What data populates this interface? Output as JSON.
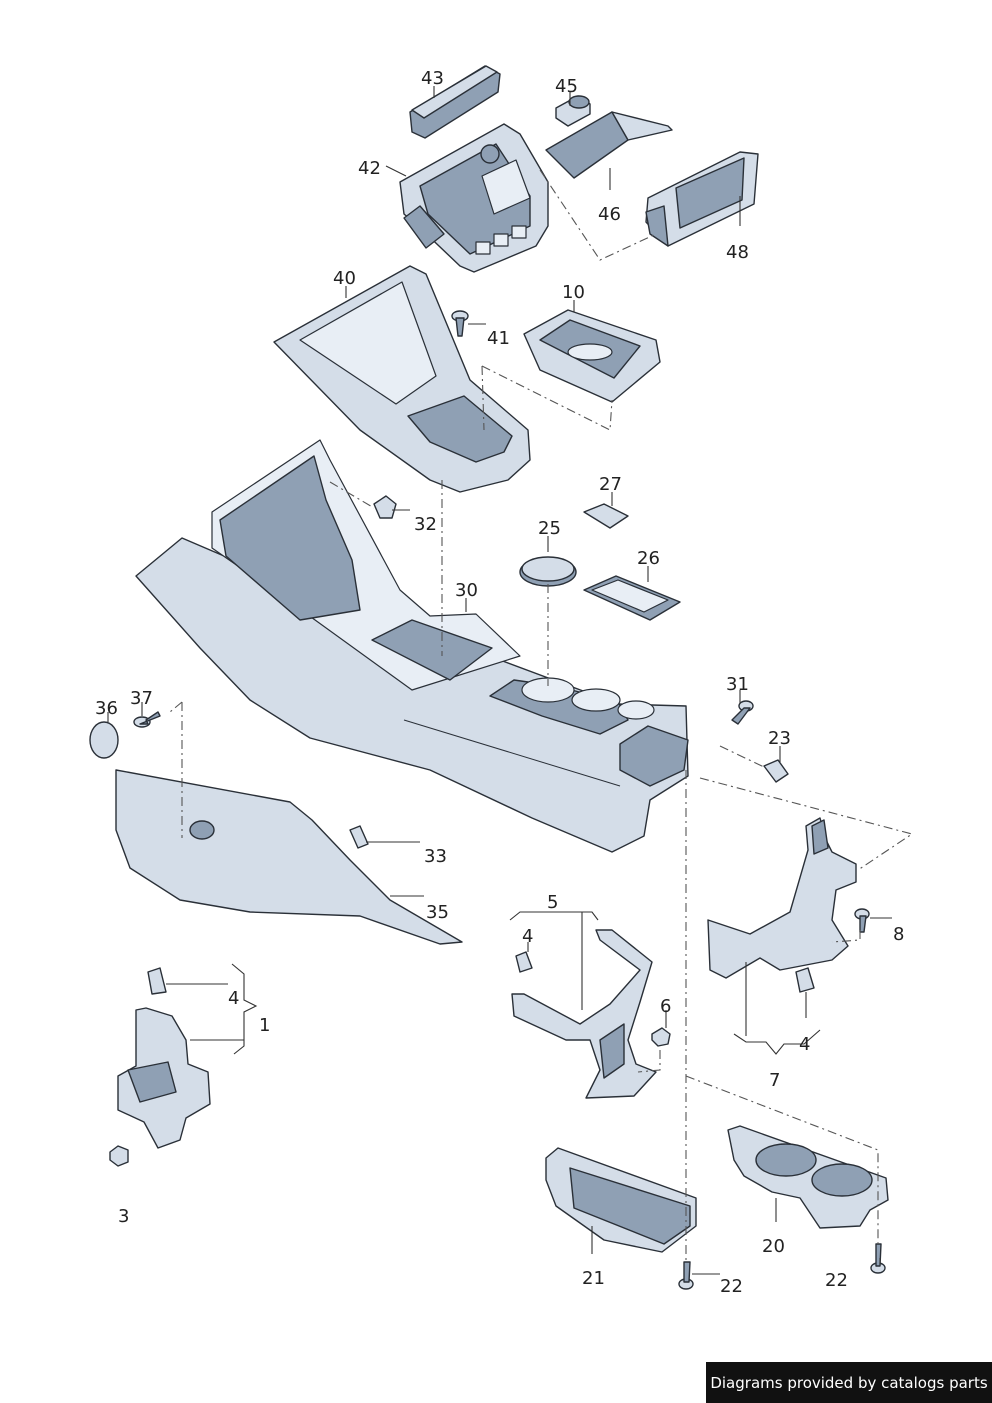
{
  "labels": {
    "l43": "43",
    "l45": "45",
    "l42": "42",
    "l46": "46",
    "l48": "48",
    "l40": "40",
    "l41": "41",
    "l10": "10",
    "l32": "32",
    "l27": "27",
    "l25": "25",
    "l26": "26",
    "l30": "30",
    "l31": "31",
    "l36": "36",
    "l37": "37",
    "l23": "23",
    "l33": "33",
    "l35": "35",
    "l5": "5",
    "l4a": "4",
    "l6": "6",
    "l8": "8",
    "l4b": "4",
    "l1": "1",
    "l4c": "4",
    "l7": "7",
    "l3": "3",
    "l20": "20",
    "l21": "21",
    "l22a": "22",
    "l22b": "22"
  },
  "footer": {
    "text": "Diagrams provided by catalogs parts"
  }
}
